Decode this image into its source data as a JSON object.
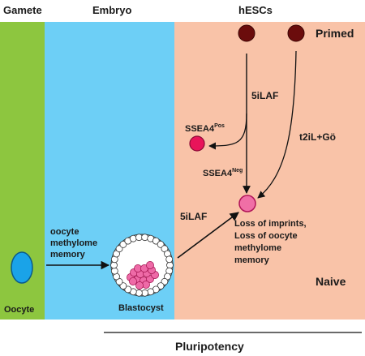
{
  "headers": {
    "gamete": "Gamete",
    "embryo": "Embryo",
    "hescs": "hESCs"
  },
  "states": {
    "primed": "Primed",
    "naive": "Naive"
  },
  "labels": {
    "oocyte": "Oocyte",
    "blastocyst": "Blastocyst",
    "memory_line1": "oocyte",
    "memory_line2": "methylome",
    "memory_line3": "memory",
    "five_ilaf_top": "5iLAF",
    "five_ilaf_bottom": "5iLAF",
    "ssea4_pos_base": "SSEA4",
    "ssea4_pos_sup": "Pos",
    "ssea4_neg_base": "SSEA4",
    "ssea4_neg_sup": "Neg",
    "t2il": "t2iL+Gö",
    "loss_line1": "Loss of imprints,",
    "loss_line2": "Loss of oocyte",
    "loss_line3": "methylome",
    "loss_line4": "memory",
    "pluripotency": "Pluripotency"
  },
  "colors": {
    "gamete_panel": "#8dc63f",
    "embryo_panel": "#6dcff6",
    "hesc_panel": "#f9c3a8",
    "primed_cell": "#6b0c0c",
    "ssea4_pos_cell": "#e8145a",
    "naive_cell": "#f06fa6",
    "oocyte_cell": "#1aa3e8",
    "icm_cell": "#ee6aa7"
  }
}
